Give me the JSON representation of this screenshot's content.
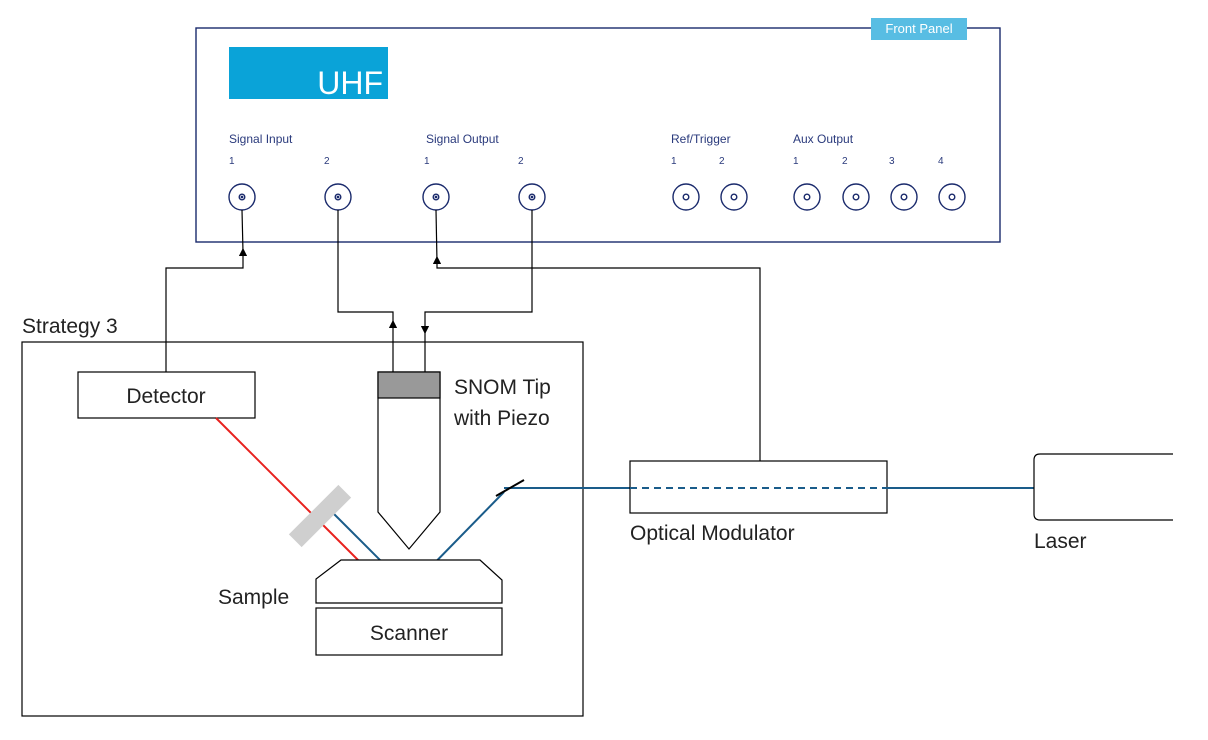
{
  "front_panel": {
    "tag": "Front Panel",
    "logo": "UHF",
    "groups": {
      "signal_input": {
        "label": "Signal Input",
        "ports": [
          "1",
          "2"
        ]
      },
      "signal_output": {
        "label": "Signal Output",
        "ports": [
          "1",
          "2"
        ]
      },
      "ref_trigger": {
        "label": "Ref/Trigger",
        "ports": [
          "1",
          "2"
        ]
      },
      "aux_output": {
        "label": "Aux Output",
        "ports": [
          "1",
          "2",
          "3",
          "4"
        ]
      }
    }
  },
  "setup": {
    "strategy_label": "Strategy 3",
    "detector": "Detector",
    "snom_line1": "SNOM Tip",
    "snom_line2": "with Piezo",
    "sample": "Sample",
    "scanner": "Scanner",
    "optical_modulator": "Optical Modulator",
    "laser": "Laser"
  },
  "colors": {
    "panel_border": "#1a2a6c",
    "logo_bg": "#0aa3d8",
    "tag_bg": "#58bde3",
    "beam_red": "#e8221f",
    "beam_blue": "#1a5c8a",
    "tip_cap": "#999999",
    "filter": "#cfcfcf"
  }
}
